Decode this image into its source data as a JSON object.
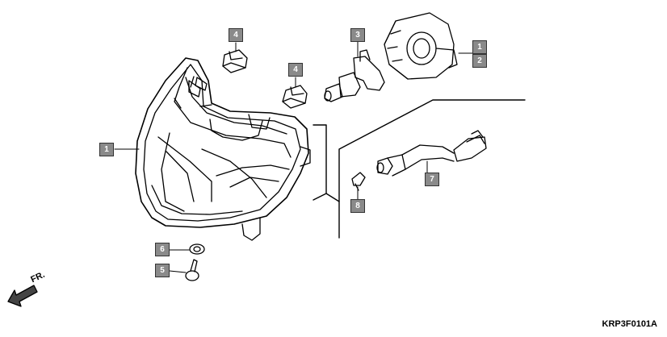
{
  "callouts": [
    {
      "id": "c1",
      "text": "1"
    },
    {
      "id": "c2",
      "text": "4"
    },
    {
      "id": "c3",
      "text": "4"
    },
    {
      "id": "c4",
      "text": "3"
    },
    {
      "id": "c5",
      "text": "1"
    },
    {
      "id": "c6",
      "text": "2"
    },
    {
      "id": "c7",
      "text": "7"
    },
    {
      "id": "c8",
      "text": "8"
    },
    {
      "id": "c9",
      "text": "6"
    },
    {
      "id": "c10",
      "text": "5"
    }
  ],
  "orientation_label": "FR.",
  "diagram_code": "KRP3F0101A"
}
